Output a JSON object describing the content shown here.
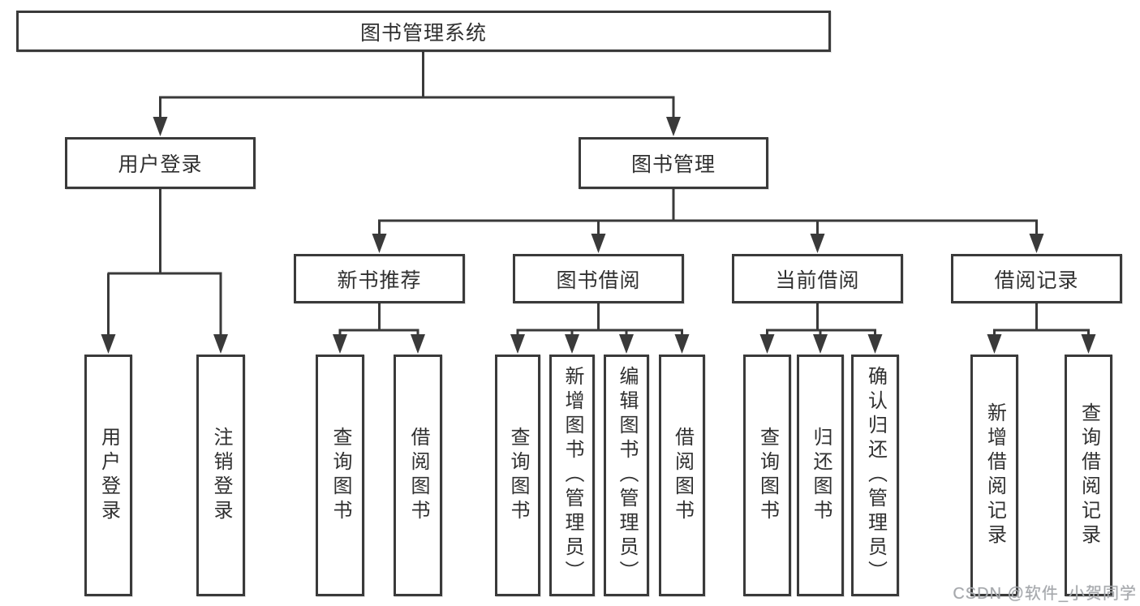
{
  "diagram_title": "图书管理系统",
  "colors": {
    "line": "#3a3a3a",
    "border": "#3a3a3a",
    "text": "#303030",
    "background": "#ffffff",
    "watermark": "#a6a8ab"
  },
  "nodes": {
    "root": {
      "label": "图书管理系统"
    },
    "level2": [
      {
        "label": "用户登录"
      },
      {
        "label": "图书管理"
      }
    ],
    "level3": [
      {
        "label": "新书推荐"
      },
      {
        "label": "图书借阅"
      },
      {
        "label": "当前借阅"
      },
      {
        "label": "借阅记录"
      }
    ],
    "leaves": {
      "user": [
        "用户登录",
        "注销登录"
      ],
      "recommend": [
        "查询图书",
        "借阅图书"
      ],
      "borrow": [
        "查询图书",
        "新增图书（管理员）",
        "编辑图书（管理员）",
        "借阅图书"
      ],
      "current": [
        "查询图书",
        "归还图书",
        "确认归还（管理员）"
      ],
      "record": [
        "新增借阅记录",
        "查询借阅记录"
      ]
    }
  },
  "watermark": {
    "text": "CSDN @软件_小贺同学"
  }
}
